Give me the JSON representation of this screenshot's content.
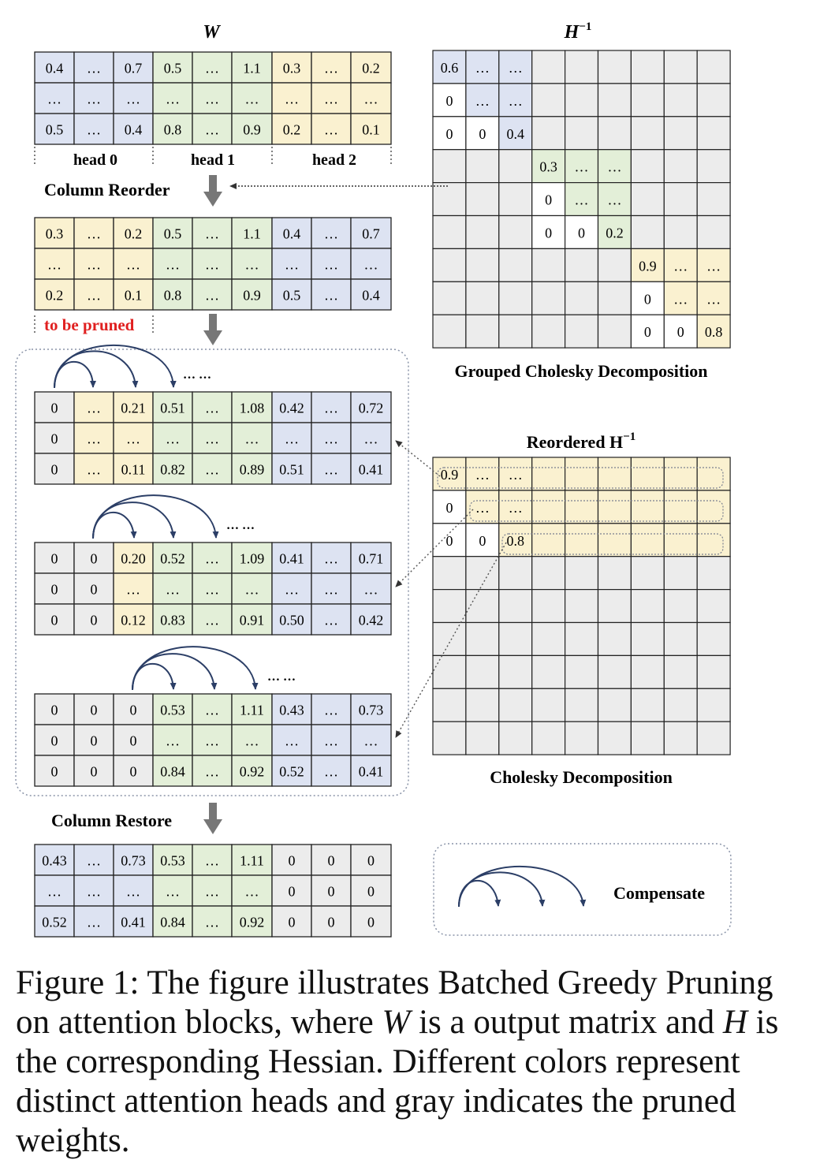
{
  "colors": {
    "blue": "#dde3f2",
    "green": "#e3efd8",
    "yellow": "#faf1d0",
    "gray": "#ececec",
    "white": "#ffffff",
    "red": "#e02020",
    "arrow": "#2b3e66"
  },
  "labels": {
    "w_title": "W",
    "hinv_title": "H",
    "hinv_sup": "−1",
    "head0": "head 0",
    "head1": "head 1",
    "head2": "head 2",
    "column_reorder": "Column Reorder",
    "to_be_pruned": "to be pruned",
    "grouped_cholesky": "Grouped Cholesky Decomposition",
    "reordered_hinv": "Reordered H",
    "reordered_sup": "−1",
    "cholesky": "Cholesky Decomposition",
    "column_restore": "Column Restore",
    "compensate": "Compensate",
    "dots": "… …"
  },
  "matrices": {
    "w": [
      [
        [
          "0.4",
          "b"
        ],
        [
          "…",
          "b"
        ],
        [
          "0.7",
          "b"
        ],
        [
          "0.5",
          "g"
        ],
        [
          "…",
          "g"
        ],
        [
          "1.1",
          "g"
        ],
        [
          "0.3",
          "y"
        ],
        [
          "…",
          "y"
        ],
        [
          "0.2",
          "y"
        ]
      ],
      [
        [
          "…",
          "b"
        ],
        [
          "…",
          "b"
        ],
        [
          "…",
          "b"
        ],
        [
          "…",
          "g"
        ],
        [
          "…",
          "g"
        ],
        [
          "…",
          "g"
        ],
        [
          "…",
          "y"
        ],
        [
          "…",
          "y"
        ],
        [
          "…",
          "y"
        ]
      ],
      [
        [
          "0.5",
          "b"
        ],
        [
          "…",
          "b"
        ],
        [
          "0.4",
          "b"
        ],
        [
          "0.8",
          "g"
        ],
        [
          "…",
          "g"
        ],
        [
          "0.9",
          "g"
        ],
        [
          "0.2",
          "y"
        ],
        [
          "…",
          "y"
        ],
        [
          "0.1",
          "y"
        ]
      ]
    ],
    "reordered": [
      [
        [
          "0.3",
          "y"
        ],
        [
          "…",
          "y"
        ],
        [
          "0.2",
          "y"
        ],
        [
          "0.5",
          "g"
        ],
        [
          "…",
          "g"
        ],
        [
          "1.1",
          "g"
        ],
        [
          "0.4",
          "b"
        ],
        [
          "…",
          "b"
        ],
        [
          "0.7",
          "b"
        ]
      ],
      [
        [
          "…",
          "y"
        ],
        [
          "…",
          "y"
        ],
        [
          "…",
          "y"
        ],
        [
          "…",
          "g"
        ],
        [
          "…",
          "g"
        ],
        [
          "…",
          "g"
        ],
        [
          "…",
          "b"
        ],
        [
          "…",
          "b"
        ],
        [
          "…",
          "b"
        ]
      ],
      [
        [
          "0.2",
          "y"
        ],
        [
          "…",
          "y"
        ],
        [
          "0.1",
          "y"
        ],
        [
          "0.8",
          "g"
        ],
        [
          "…",
          "g"
        ],
        [
          "0.9",
          "g"
        ],
        [
          "0.5",
          "b"
        ],
        [
          "…",
          "b"
        ],
        [
          "0.4",
          "b"
        ]
      ]
    ],
    "step1": [
      [
        [
          "0",
          "x"
        ],
        [
          "…",
          "y"
        ],
        [
          "0.21",
          "y"
        ],
        [
          "0.51",
          "g"
        ],
        [
          "…",
          "g"
        ],
        [
          "1.08",
          "g"
        ],
        [
          "0.42",
          "b"
        ],
        [
          "…",
          "b"
        ],
        [
          "0.72",
          "b"
        ]
      ],
      [
        [
          "0",
          "x"
        ],
        [
          "…",
          "y"
        ],
        [
          "…",
          "y"
        ],
        [
          "…",
          "g"
        ],
        [
          "…",
          "g"
        ],
        [
          "…",
          "g"
        ],
        [
          "…",
          "b"
        ],
        [
          "…",
          "b"
        ],
        [
          "…",
          "b"
        ]
      ],
      [
        [
          "0",
          "x"
        ],
        [
          "…",
          "y"
        ],
        [
          "0.11",
          "y"
        ],
        [
          "0.82",
          "g"
        ],
        [
          "…",
          "g"
        ],
        [
          "0.89",
          "g"
        ],
        [
          "0.51",
          "b"
        ],
        [
          "…",
          "b"
        ],
        [
          "0.41",
          "b"
        ]
      ]
    ],
    "step2": [
      [
        [
          "0",
          "x"
        ],
        [
          "0",
          "x"
        ],
        [
          "0.20",
          "y"
        ],
        [
          "0.52",
          "g"
        ],
        [
          "…",
          "g"
        ],
        [
          "1.09",
          "g"
        ],
        [
          "0.41",
          "b"
        ],
        [
          "…",
          "b"
        ],
        [
          "0.71",
          "b"
        ]
      ],
      [
        [
          "0",
          "x"
        ],
        [
          "0",
          "x"
        ],
        [
          "…",
          "y"
        ],
        [
          "…",
          "g"
        ],
        [
          "…",
          "g"
        ],
        [
          "…",
          "g"
        ],
        [
          "…",
          "b"
        ],
        [
          "…",
          "b"
        ],
        [
          "…",
          "b"
        ]
      ],
      [
        [
          "0",
          "x"
        ],
        [
          "0",
          "x"
        ],
        [
          "0.12",
          "y"
        ],
        [
          "0.83",
          "g"
        ],
        [
          "…",
          "g"
        ],
        [
          "0.91",
          "g"
        ],
        [
          "0.50",
          "b"
        ],
        [
          "…",
          "b"
        ],
        [
          "0.42",
          "b"
        ]
      ]
    ],
    "step3": [
      [
        [
          "0",
          "x"
        ],
        [
          "0",
          "x"
        ],
        [
          "0",
          "x"
        ],
        [
          "0.53",
          "g"
        ],
        [
          "…",
          "g"
        ],
        [
          "1.11",
          "g"
        ],
        [
          "0.43",
          "b"
        ],
        [
          "…",
          "b"
        ],
        [
          "0.73",
          "b"
        ]
      ],
      [
        [
          "0",
          "x"
        ],
        [
          "0",
          "x"
        ],
        [
          "0",
          "x"
        ],
        [
          "…",
          "g"
        ],
        [
          "…",
          "g"
        ],
        [
          "…",
          "g"
        ],
        [
          "…",
          "b"
        ],
        [
          "…",
          "b"
        ],
        [
          "…",
          "b"
        ]
      ],
      [
        [
          "0",
          "x"
        ],
        [
          "0",
          "x"
        ],
        [
          "0",
          "x"
        ],
        [
          "0.84",
          "g"
        ],
        [
          "…",
          "g"
        ],
        [
          "0.92",
          "g"
        ],
        [
          "0.52",
          "b"
        ],
        [
          "…",
          "b"
        ],
        [
          "0.41",
          "b"
        ]
      ]
    ],
    "restored": [
      [
        [
          "0.43",
          "b"
        ],
        [
          "…",
          "b"
        ],
        [
          "0.73",
          "b"
        ],
        [
          "0.53",
          "g"
        ],
        [
          "…",
          "g"
        ],
        [
          "1.11",
          "g"
        ],
        [
          "0",
          "x"
        ],
        [
          "0",
          "x"
        ],
        [
          "0",
          "x"
        ]
      ],
      [
        [
          "…",
          "b"
        ],
        [
          "…",
          "b"
        ],
        [
          "…",
          "b"
        ],
        [
          "…",
          "g"
        ],
        [
          "…",
          "g"
        ],
        [
          "…",
          "g"
        ],
        [
          "0",
          "x"
        ],
        [
          "0",
          "x"
        ],
        [
          "0",
          "x"
        ]
      ],
      [
        [
          "0.52",
          "b"
        ],
        [
          "…",
          "b"
        ],
        [
          "0.41",
          "b"
        ],
        [
          "0.84",
          "g"
        ],
        [
          "…",
          "g"
        ],
        [
          "0.92",
          "g"
        ],
        [
          "0",
          "x"
        ],
        [
          "0",
          "x"
        ],
        [
          "0",
          "x"
        ]
      ]
    ]
  },
  "hinv_blocks": [
    {
      "color": "b",
      "cells": [
        [
          "0.6",
          "…",
          "…"
        ],
        [
          "0",
          "…",
          "…"
        ],
        [
          "0",
          "0",
          "0.4"
        ]
      ]
    },
    {
      "color": "g",
      "cells": [
        [
          "0.3",
          "…",
          "…"
        ],
        [
          "0",
          "…",
          "…"
        ],
        [
          "0",
          "0",
          "0.2"
        ]
      ]
    },
    {
      "color": "y",
      "cells": [
        [
          "0.9",
          "…",
          "…"
        ],
        [
          "0",
          "…",
          "…"
        ],
        [
          "0",
          "0",
          "0.8"
        ]
      ]
    }
  ],
  "reordered_hinv_block": [
    [
      "0.9",
      "…",
      "…"
    ],
    [
      "0",
      "…",
      "…"
    ],
    [
      "0",
      "0",
      "0.8"
    ]
  ],
  "caption": {
    "prefix": "Figure 1: The figure illustrates Batched Greedy Pruning on attention blocks, where ",
    "var_w": "W",
    "mid1": " is a output matrix and ",
    "var_h": "H",
    "suffix": " is the corresponding Hessian. Different colors represent distinct attention heads and gray indicates the pruned weights."
  }
}
